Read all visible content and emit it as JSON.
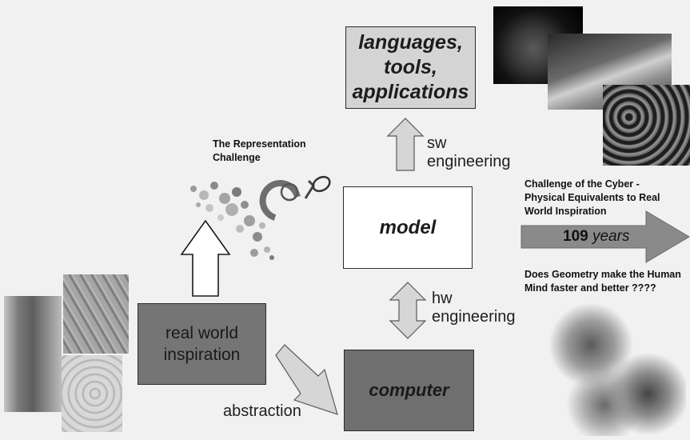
{
  "nodes": {
    "languages": "languages,\ntools,\napplications",
    "model": "model",
    "real_world": "real world\ninspiration",
    "computer": "computer"
  },
  "edge_labels": {
    "sw": "sw\nengineering",
    "hw": "hw\nengineering",
    "abstraction": "abstraction"
  },
  "annotations": {
    "representation": "The Representation\nChallenge",
    "cyber": "Challenge of the Cyber -\nPhysical Equivalents to Real\nWorld Inspiration",
    "geometry": "Does Geometry make the Human\nMind faster and better ????",
    "years_number": "109",
    "years_word": "years"
  },
  "colors": {
    "box_light": "#d4d4d4",
    "box_dark": "#757575",
    "arrow_fill": "#d6d6d6",
    "big_arrow": "#8a8a8a"
  }
}
